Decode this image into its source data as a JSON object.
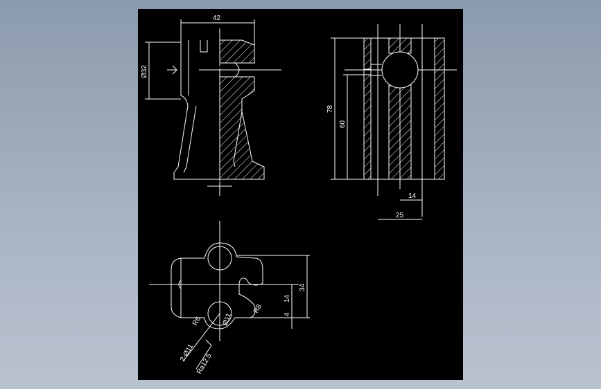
{
  "drawing": {
    "background": "#000000",
    "line_color": "#ffffff",
    "front_view": {
      "dim_width": "42",
      "dim_diameter": "Ø32"
    },
    "side_view": {
      "dim_height_total": "78",
      "dim_height_inner": "60",
      "dim_width_small": "14",
      "dim_width_large": "25"
    },
    "top_view": {
      "dim_overall": "34",
      "dim_mid": "14",
      "dim_small": "4",
      "dim_r_left": "R6",
      "dim_r_right": "R8",
      "dim_hole_small": "Ø11",
      "note_holes": "2-Ø11",
      "note_roughness": "Ra12.5"
    }
  }
}
